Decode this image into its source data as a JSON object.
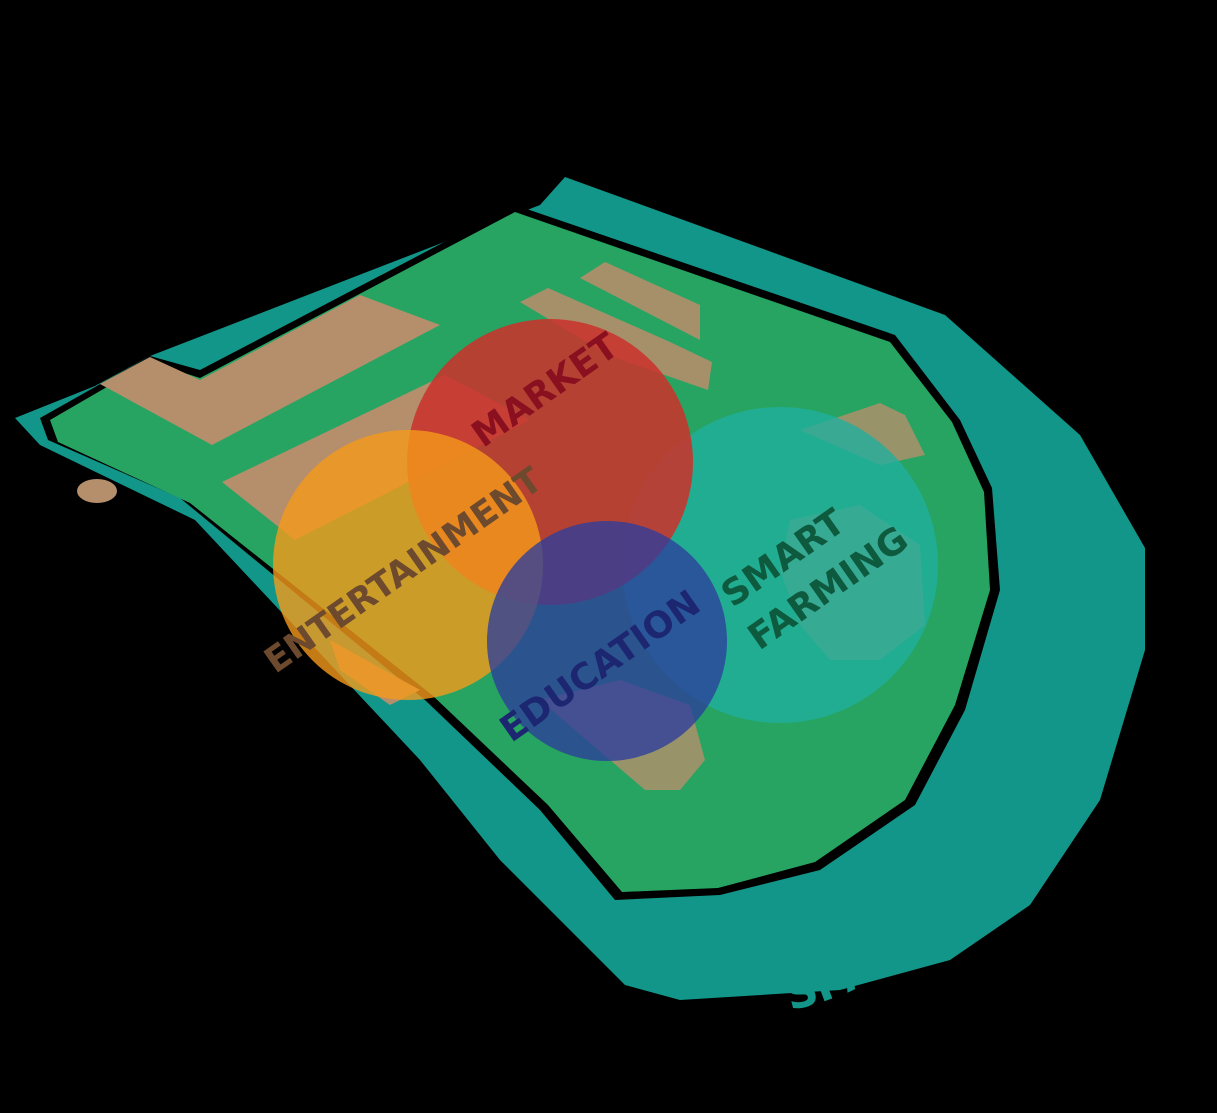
{
  "labels": {
    "market": "MARKET",
    "entertainment": "ENTERTAINMENT",
    "education": "EDUCATION",
    "smart_farming_line1": "SMART",
    "smart_farming_line2": "FARMING",
    "spatial_relationship": "SPATIAL RELATIONSHIP"
  },
  "colors": {
    "background": "#000000",
    "water": "#12968a",
    "land": "#27a462",
    "building": "#b58e6b",
    "market": "#c9332c",
    "entertainment": "#f59a1a",
    "education": "#2d3e9c",
    "smart_farming": "#20b0a0",
    "market_text": "#8a1020",
    "entertainment_text": "#6d4a2e",
    "education_text": "#1d2670",
    "smart_farming_text": "#0e5a3e",
    "spatial_text": "#12968a"
  }
}
